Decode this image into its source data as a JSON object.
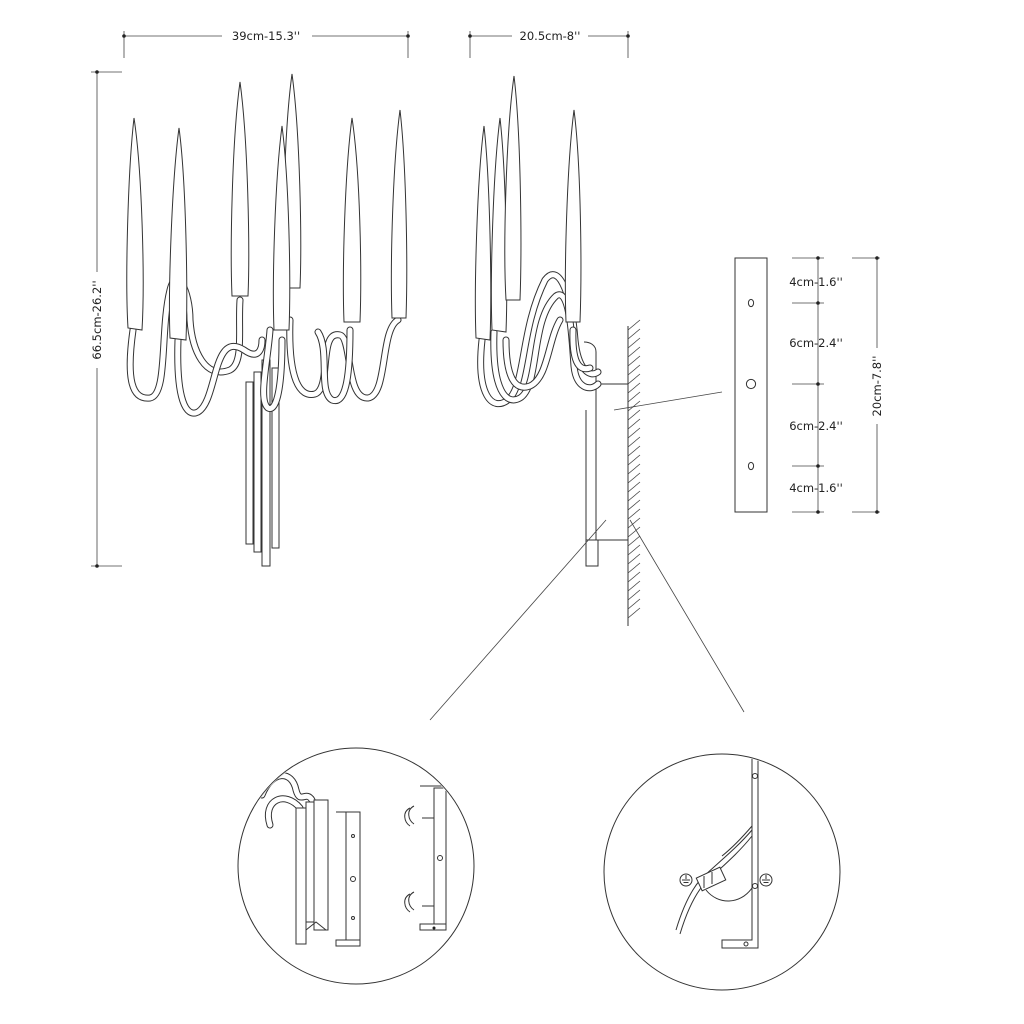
{
  "dimensions": {
    "front_width": "39cm-15.3''",
    "side_depth": "20.5cm-8''",
    "height": "66.5cm-26.2''",
    "plate_height": "20cm-7.8''",
    "plate_segments": [
      "4cm-1.6''",
      "6cm-2.4''",
      "6cm-2.4''",
      "4cm-1.6''"
    ]
  },
  "colors": {
    "line": "#333333",
    "background": "#ffffff"
  }
}
